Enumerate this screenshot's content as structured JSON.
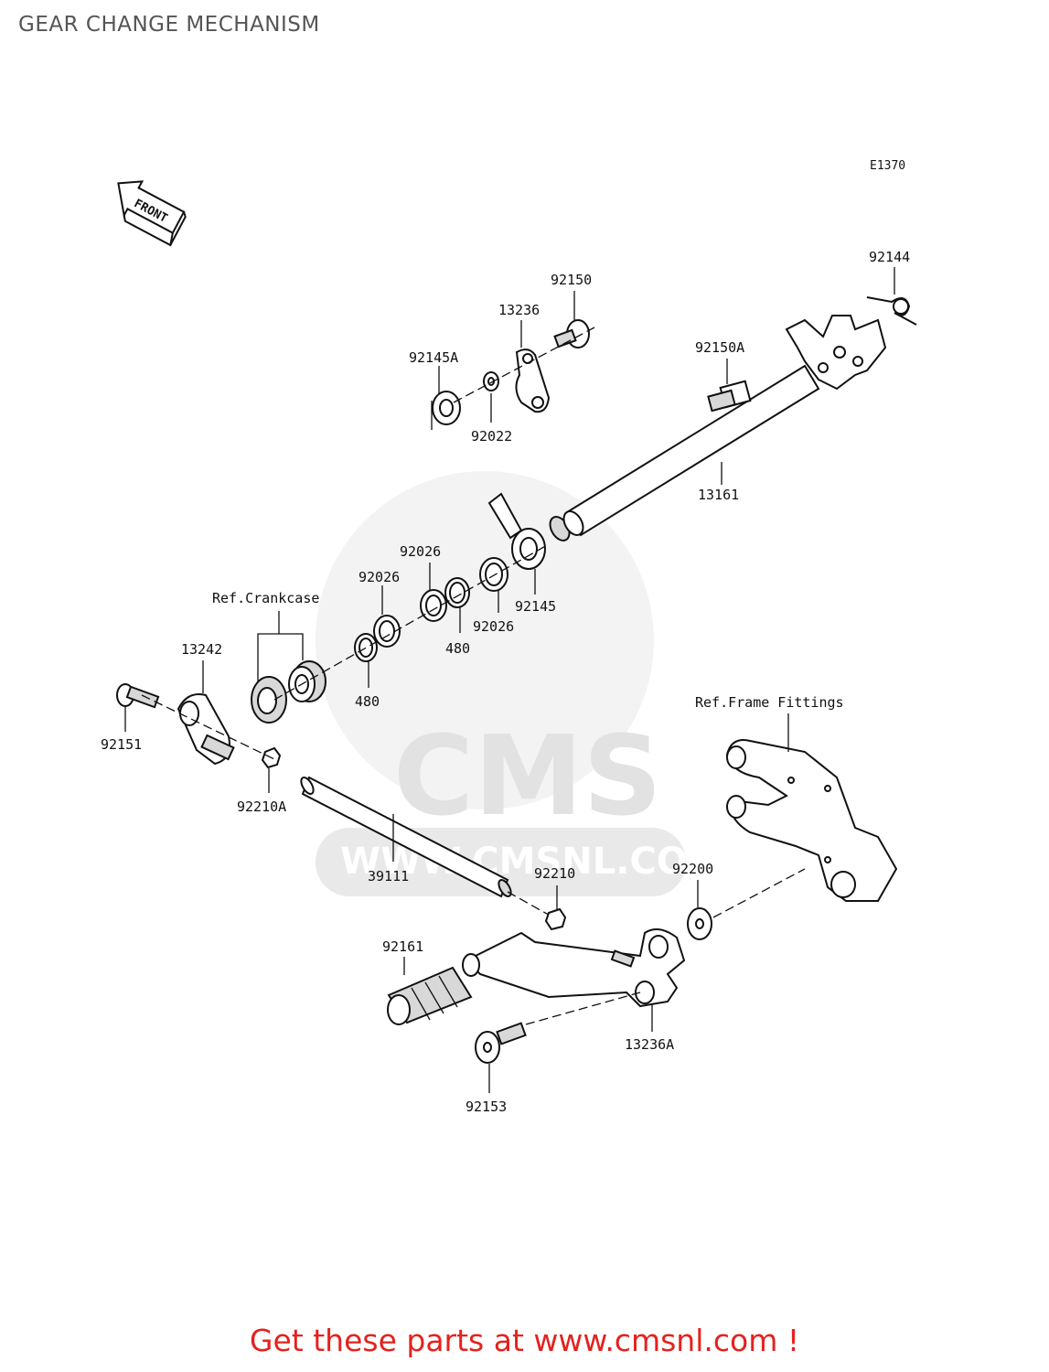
{
  "header": {
    "title": "GEAR CHANGE MECHANISM"
  },
  "diagram": {
    "code": "E1370",
    "front_marker": "FRONT",
    "watermark": {
      "brand": "CMS",
      "url": "WWW.CMSNL.COM"
    },
    "references": {
      "crankcase": "Ref.Crankcase",
      "frame_fittings": "Ref.Frame Fittings"
    },
    "labels": {
      "p92150": "92150",
      "p13236": "13236",
      "p92145A": "92145A",
      "p92022": "92022",
      "p92144": "92144",
      "p92150A": "92150A",
      "p13161": "13161",
      "p92026_a": "92026",
      "p92026_b": "92026",
      "p92026_c": "92026",
      "p92145": "92145",
      "p480_a": "480",
      "p480_b": "480",
      "p13242": "13242",
      "p92151": "92151",
      "p92210A": "92210A",
      "p39111": "39111",
      "p92210": "92210",
      "p92200": "92200",
      "p92161": "92161",
      "p13236A": "13236A",
      "p92153": "92153"
    }
  },
  "footer": {
    "cta": "Get these parts at www.cmsnl.com !"
  }
}
